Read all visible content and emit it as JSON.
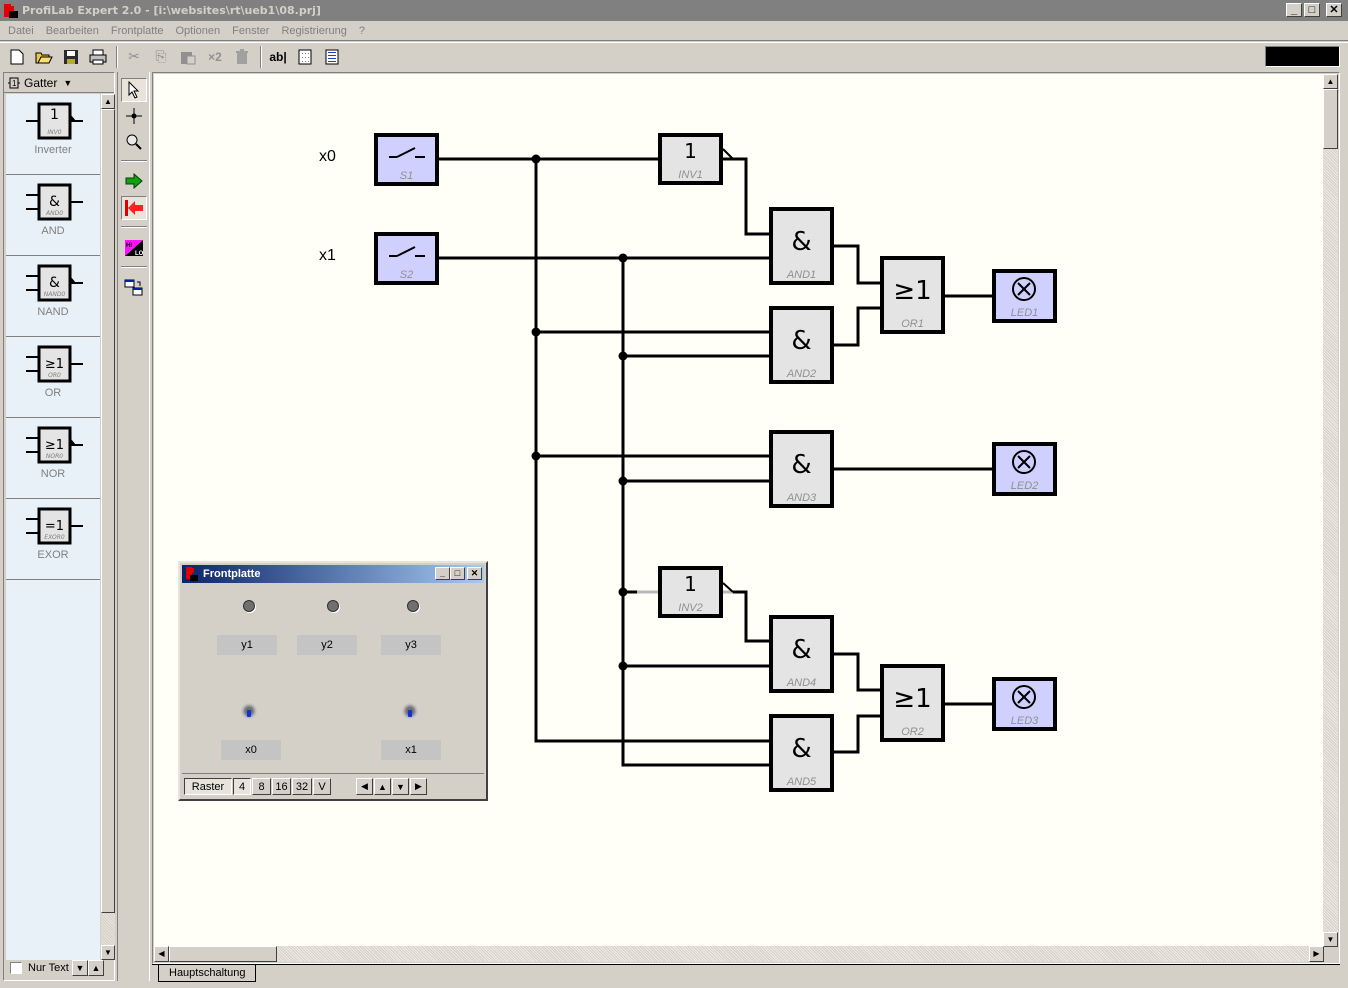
{
  "window": {
    "title": "ProfiLab Expert 2.0 - [i:\\websites\\rt\\ueb1\\08.prj]",
    "controls": {
      "minimize": "_",
      "maximize": "□",
      "close": "✕"
    }
  },
  "menu": [
    "Datei",
    "Bearbeiten",
    "Frontplatte",
    "Optionen",
    "Fenster",
    "Registrierung",
    "?"
  ],
  "toolbar": {
    "buttons": [
      {
        "name": "new-file-icon",
        "glyph": "🗋",
        "enabled": true
      },
      {
        "name": "open-folder-icon",
        "glyph": "📂",
        "enabled": true
      },
      {
        "name": "save-icon",
        "glyph": "💾",
        "enabled": true
      },
      {
        "name": "print-icon",
        "glyph": "🖶",
        "enabled": true
      },
      {
        "name": "cut-icon",
        "glyph": "✂",
        "enabled": false
      },
      {
        "name": "copy-icon",
        "glyph": "⎘",
        "enabled": false
      },
      {
        "name": "paste-icon",
        "glyph": "📋",
        "enabled": false
      },
      {
        "name": "duplicate-icon",
        "glyph": "×2",
        "enabled": false
      },
      {
        "name": "delete-icon",
        "glyph": "🗑",
        "enabled": false
      },
      {
        "name": "text-icon",
        "glyph": "ab|",
        "enabled": true
      },
      {
        "name": "grid-icon",
        "glyph": "▦",
        "enabled": true
      },
      {
        "name": "list-icon",
        "glyph": "▤",
        "enabled": true
      }
    ]
  },
  "palette": {
    "category": "Gatter",
    "items": [
      {
        "label": "Inverter",
        "symbol": "1",
        "tag": "INV0",
        "inputs": 1,
        "negated": true
      },
      {
        "label": "AND",
        "symbol": "&",
        "tag": "AND0",
        "inputs": 2,
        "negated": false
      },
      {
        "label": "NAND",
        "symbol": "&",
        "tag": "NAND0",
        "inputs": 2,
        "negated": true
      },
      {
        "label": "OR",
        "symbol": "≥1",
        "tag": "OR0",
        "inputs": 2,
        "negated": false
      },
      {
        "label": "NOR",
        "symbol": "≥1",
        "tag": "NOR0",
        "inputs": 2,
        "negated": true
      },
      {
        "label": "EXOR",
        "symbol": "=1",
        "tag": "EXOR0",
        "inputs": 2,
        "negated": false
      }
    ],
    "footer": {
      "checkbox_label": "Nur Text",
      "checked": false,
      "down": "🡇",
      "up": "🡅"
    }
  },
  "tools": [
    {
      "name": "pointer-tool-icon",
      "pressed": true
    },
    {
      "name": "junction-tool-icon",
      "pressed": false
    },
    {
      "name": "zoom-tool-icon",
      "pressed": false
    },
    {
      "name": "run-simulation-icon",
      "pressed": false
    },
    {
      "name": "stop-simulation-icon",
      "pressed": true
    },
    {
      "name": "hi-lo-icon",
      "pressed": false
    },
    {
      "name": "switch-window-icon",
      "pressed": false
    }
  ],
  "circuit": {
    "net_labels": [
      "x0",
      "x1"
    ],
    "switches": [
      {
        "id": "S1"
      },
      {
        "id": "S2"
      }
    ],
    "gates": [
      {
        "id": "INV1",
        "symbol": "1"
      },
      {
        "id": "AND1",
        "symbol": "&"
      },
      {
        "id": "AND2",
        "symbol": "&"
      },
      {
        "id": "OR1",
        "symbol": "≥1"
      },
      {
        "id": "AND3",
        "symbol": "&"
      },
      {
        "id": "INV2",
        "symbol": "1"
      },
      {
        "id": "AND4",
        "symbol": "&"
      },
      {
        "id": "AND5",
        "symbol": "&"
      },
      {
        "id": "OR2",
        "symbol": "≥1"
      }
    ],
    "leds": [
      {
        "id": "LED1"
      },
      {
        "id": "LED2"
      },
      {
        "id": "LED3"
      }
    ]
  },
  "tabs": [
    "Hauptschaltung"
  ],
  "frontplatte": {
    "title": "Frontplatte",
    "outputs": [
      "y1",
      "y2",
      "y3"
    ],
    "inputs": [
      "x0",
      "x1"
    ],
    "raster_label": "Raster",
    "raster_options": [
      "4",
      "8",
      "16",
      "32",
      "V"
    ],
    "raster_selected": "4",
    "nav": [
      "◀",
      "▲",
      "▼",
      "▶"
    ]
  }
}
